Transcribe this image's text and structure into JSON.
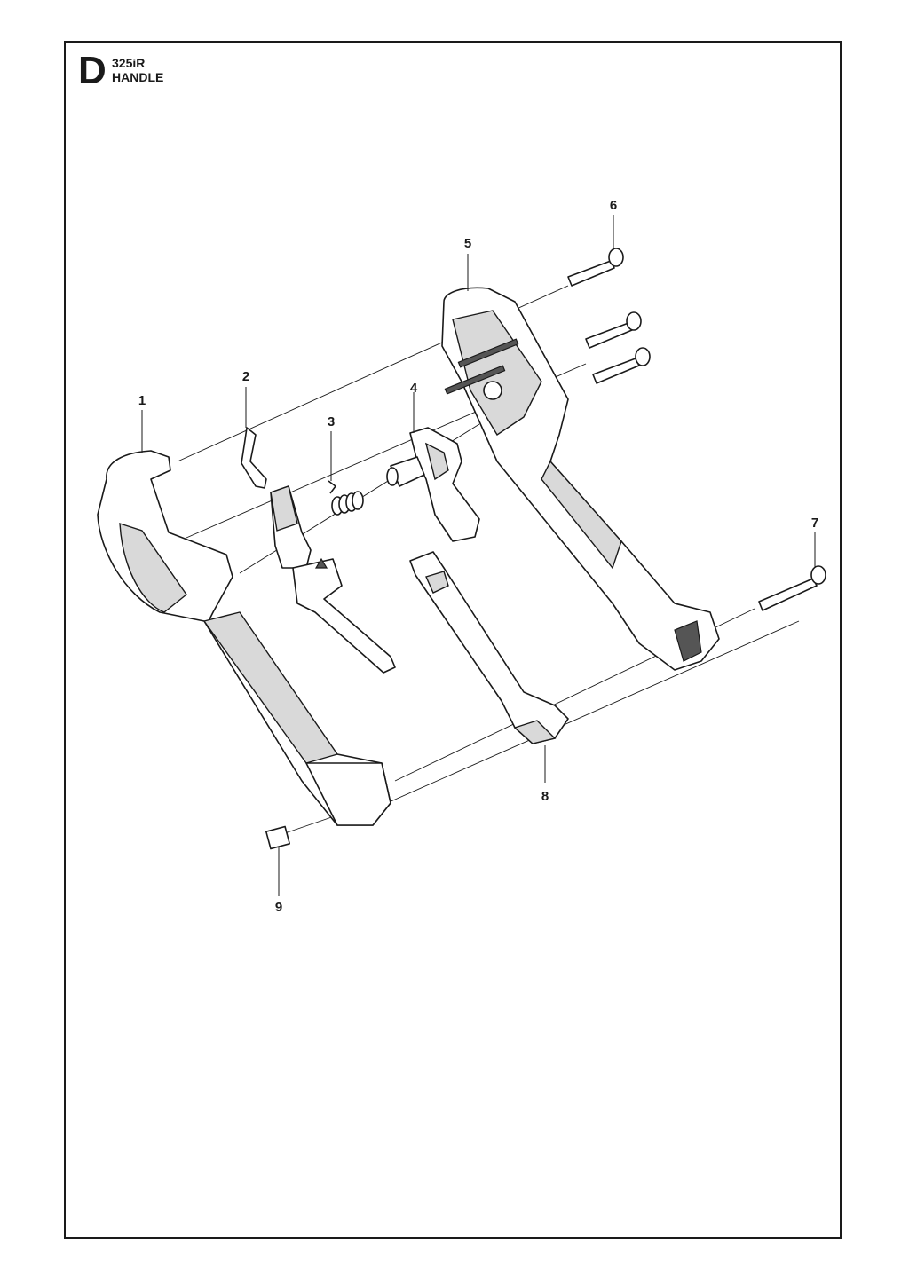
{
  "header": {
    "section_letter": "D",
    "model": "325iR",
    "part_name": "HANDLE"
  },
  "callouts": [
    {
      "id": "1",
      "label": "1"
    },
    {
      "id": "2",
      "label": "2"
    },
    {
      "id": "3",
      "label": "3"
    },
    {
      "id": "4",
      "label": "4"
    },
    {
      "id": "5",
      "label": "5"
    },
    {
      "id": "6",
      "label": "6"
    },
    {
      "id": "7",
      "label": "7"
    },
    {
      "id": "8",
      "label": "8"
    },
    {
      "id": "9",
      "label": "9"
    }
  ],
  "colors": {
    "line": "#1a1a1a",
    "shade": "#d9d9d9",
    "background": "#ffffff"
  }
}
